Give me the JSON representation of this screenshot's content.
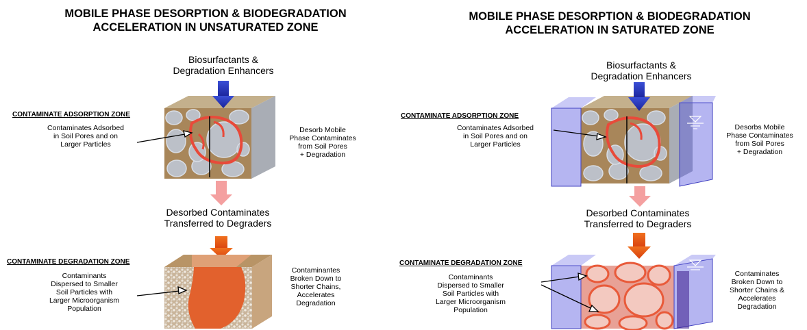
{
  "left": {
    "title": "MOBILE PHASE DESORPTION & BIODEGRADATION\nACCELERATION IN UNSATURATED ZONE",
    "enhancer_label": "Biosurfactants &\nDegradation Enhancers",
    "adsorption_zone": "CONTAMINATE ADSORPTION ZONE",
    "adsorbed_text": "Contaminates Adsorbed\nin Soil Pores and on\nLarger Particles",
    "desorb_text": "Desorb Mobile\nPhase Contaminates\nfrom Soil Pores\n+ Degradation",
    "transfer_label": "Desorbed Contaminates\nTransferred to Degraders",
    "degradation_zone": "CONTAMINATE DEGRADATION ZONE",
    "dispersed_text": "Contaminants\nDispersed to Smaller\nSoil Particles with\nLarger Microorganism\nPopulation",
    "broken_text": "Contaminantes\nBroken Down to\nShorter Chains,\nAccelerates\nDegradation"
  },
  "right": {
    "title": "MOBILE PHASE DESORPTION & BIODEGRADATION\nACCELERATION IN SATURATED ZONE",
    "enhancer_label": "Biosurfactants &\nDegradation Enhancers",
    "adsorption_zone": "CONTAMINATE ADSORPTION ZONE",
    "adsorbed_text": "Contaminates Adsorbed\nin Soil Pores and on\nLarger Particles",
    "desorb_text": "Desorbs Mobile\nPhase Contaminates\nfrom Soil Pores\n+ Degradation",
    "transfer_label": "Desorbed Contaminates\nTransferred to Degraders",
    "degradation_zone": "CONTAMINATE DEGRADATION ZONE",
    "dispersed_text": "Contaminants\nDispersed to Smaller\nSoil Particles with\nLarger Microorganism\nPopulation",
    "broken_text": "Contaminates\nBroken Down to\nShorter Chains &\nAccelerates\nDegradation"
  },
  "colors": {
    "blue_arrow": "#1f2fb8",
    "pink_arrow": "#f4a0a0",
    "orange_arrow": "#e8501a",
    "soil_grey": "#b8bcc4",
    "pore_brown": "#a8865a",
    "contaminant_red": "#e84a3a",
    "water_blue": "#6a6ae6"
  }
}
